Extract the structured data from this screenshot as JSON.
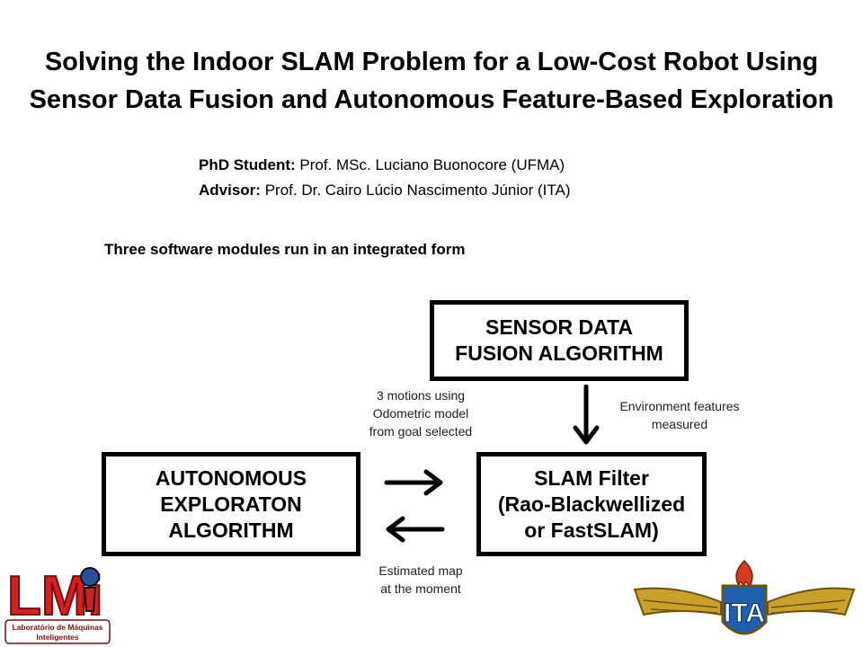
{
  "title": {
    "line1": "Solving the Indoor SLAM Problem  for a Low-Cost Robot Using",
    "line2": "Sensor Data Fusion and Autonomous Feature-Based Exploration"
  },
  "credits": {
    "student_label": "PhD Student:",
    "student_value": " Prof. MSc. Luciano Buonocore (UFMA)",
    "advisor_label": "Advisor:",
    "advisor_value": " Prof. Dr. Cairo Lúcio Nascimento Júnior (ITA)"
  },
  "intro": "Three software modules run in an integrated form",
  "boxes": {
    "sensor": "SENSOR DATA\nFUSION ALGORITHM",
    "explore": "AUTONOMOUS\nEXPLORATON\nALGORITHM",
    "slam": "SLAM Filter\n(Rao-Blackwellized\nor   FastSLAM)"
  },
  "notes": {
    "motions": "3 motions using\nOdometric model\nfrom goal selected",
    "features": "Environment features\nmeasured",
    "map": "Estimated map\nat the moment"
  },
  "logos": {
    "lmi_letters": "LMi",
    "lmi_caption": "Laboratório de Máquinas\nInteligentes",
    "ita_letters": "ITA",
    "colors": {
      "lmi_red": "#d42020",
      "ita_blue": "#1f5fb0",
      "ita_gold": "#c9a02a",
      "ita_red": "#d33a1e"
    }
  }
}
